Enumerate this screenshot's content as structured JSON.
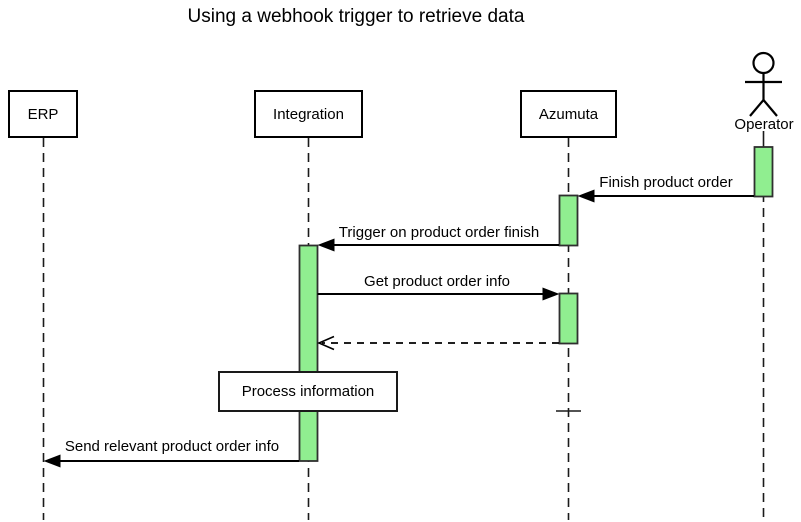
{
  "title": "Using a webhook trigger to retrieve data",
  "diagram_type": "sequence-diagram",
  "participants": [
    {
      "id": "erp",
      "label": "ERP",
      "kind": "box"
    },
    {
      "id": "integration",
      "label": "Integration",
      "kind": "box"
    },
    {
      "id": "azumuta",
      "label": "Azumuta",
      "kind": "box"
    },
    {
      "id": "operator",
      "label": "Operator",
      "kind": "actor"
    }
  ],
  "messages": [
    {
      "label": "Finish product order",
      "from": "Operator",
      "to": "Azumuta",
      "line": "solid",
      "arrowhead": "filled"
    },
    {
      "label": "Trigger on product order finish",
      "from": "Azumuta",
      "to": "Integration",
      "line": "solid",
      "arrowhead": "filled"
    },
    {
      "label": "Get product order info",
      "from": "Integration",
      "to": "Azumuta",
      "line": "solid",
      "arrowhead": "filled"
    },
    {
      "label": "",
      "from": "Azumuta",
      "to": "Integration",
      "line": "dashed",
      "arrowhead": "open"
    },
    {
      "label": "Send relevant product order info",
      "from": "Integration",
      "to": "ERP",
      "line": "solid",
      "arrowhead": "filled"
    }
  ],
  "note": {
    "label": "Process information",
    "over": "Integration"
  },
  "colors": {
    "activation_fill": "#90ee90",
    "activation_border": "#2f2f2f",
    "line": "#000000",
    "text": "#000000",
    "background": "#ffffff"
  }
}
